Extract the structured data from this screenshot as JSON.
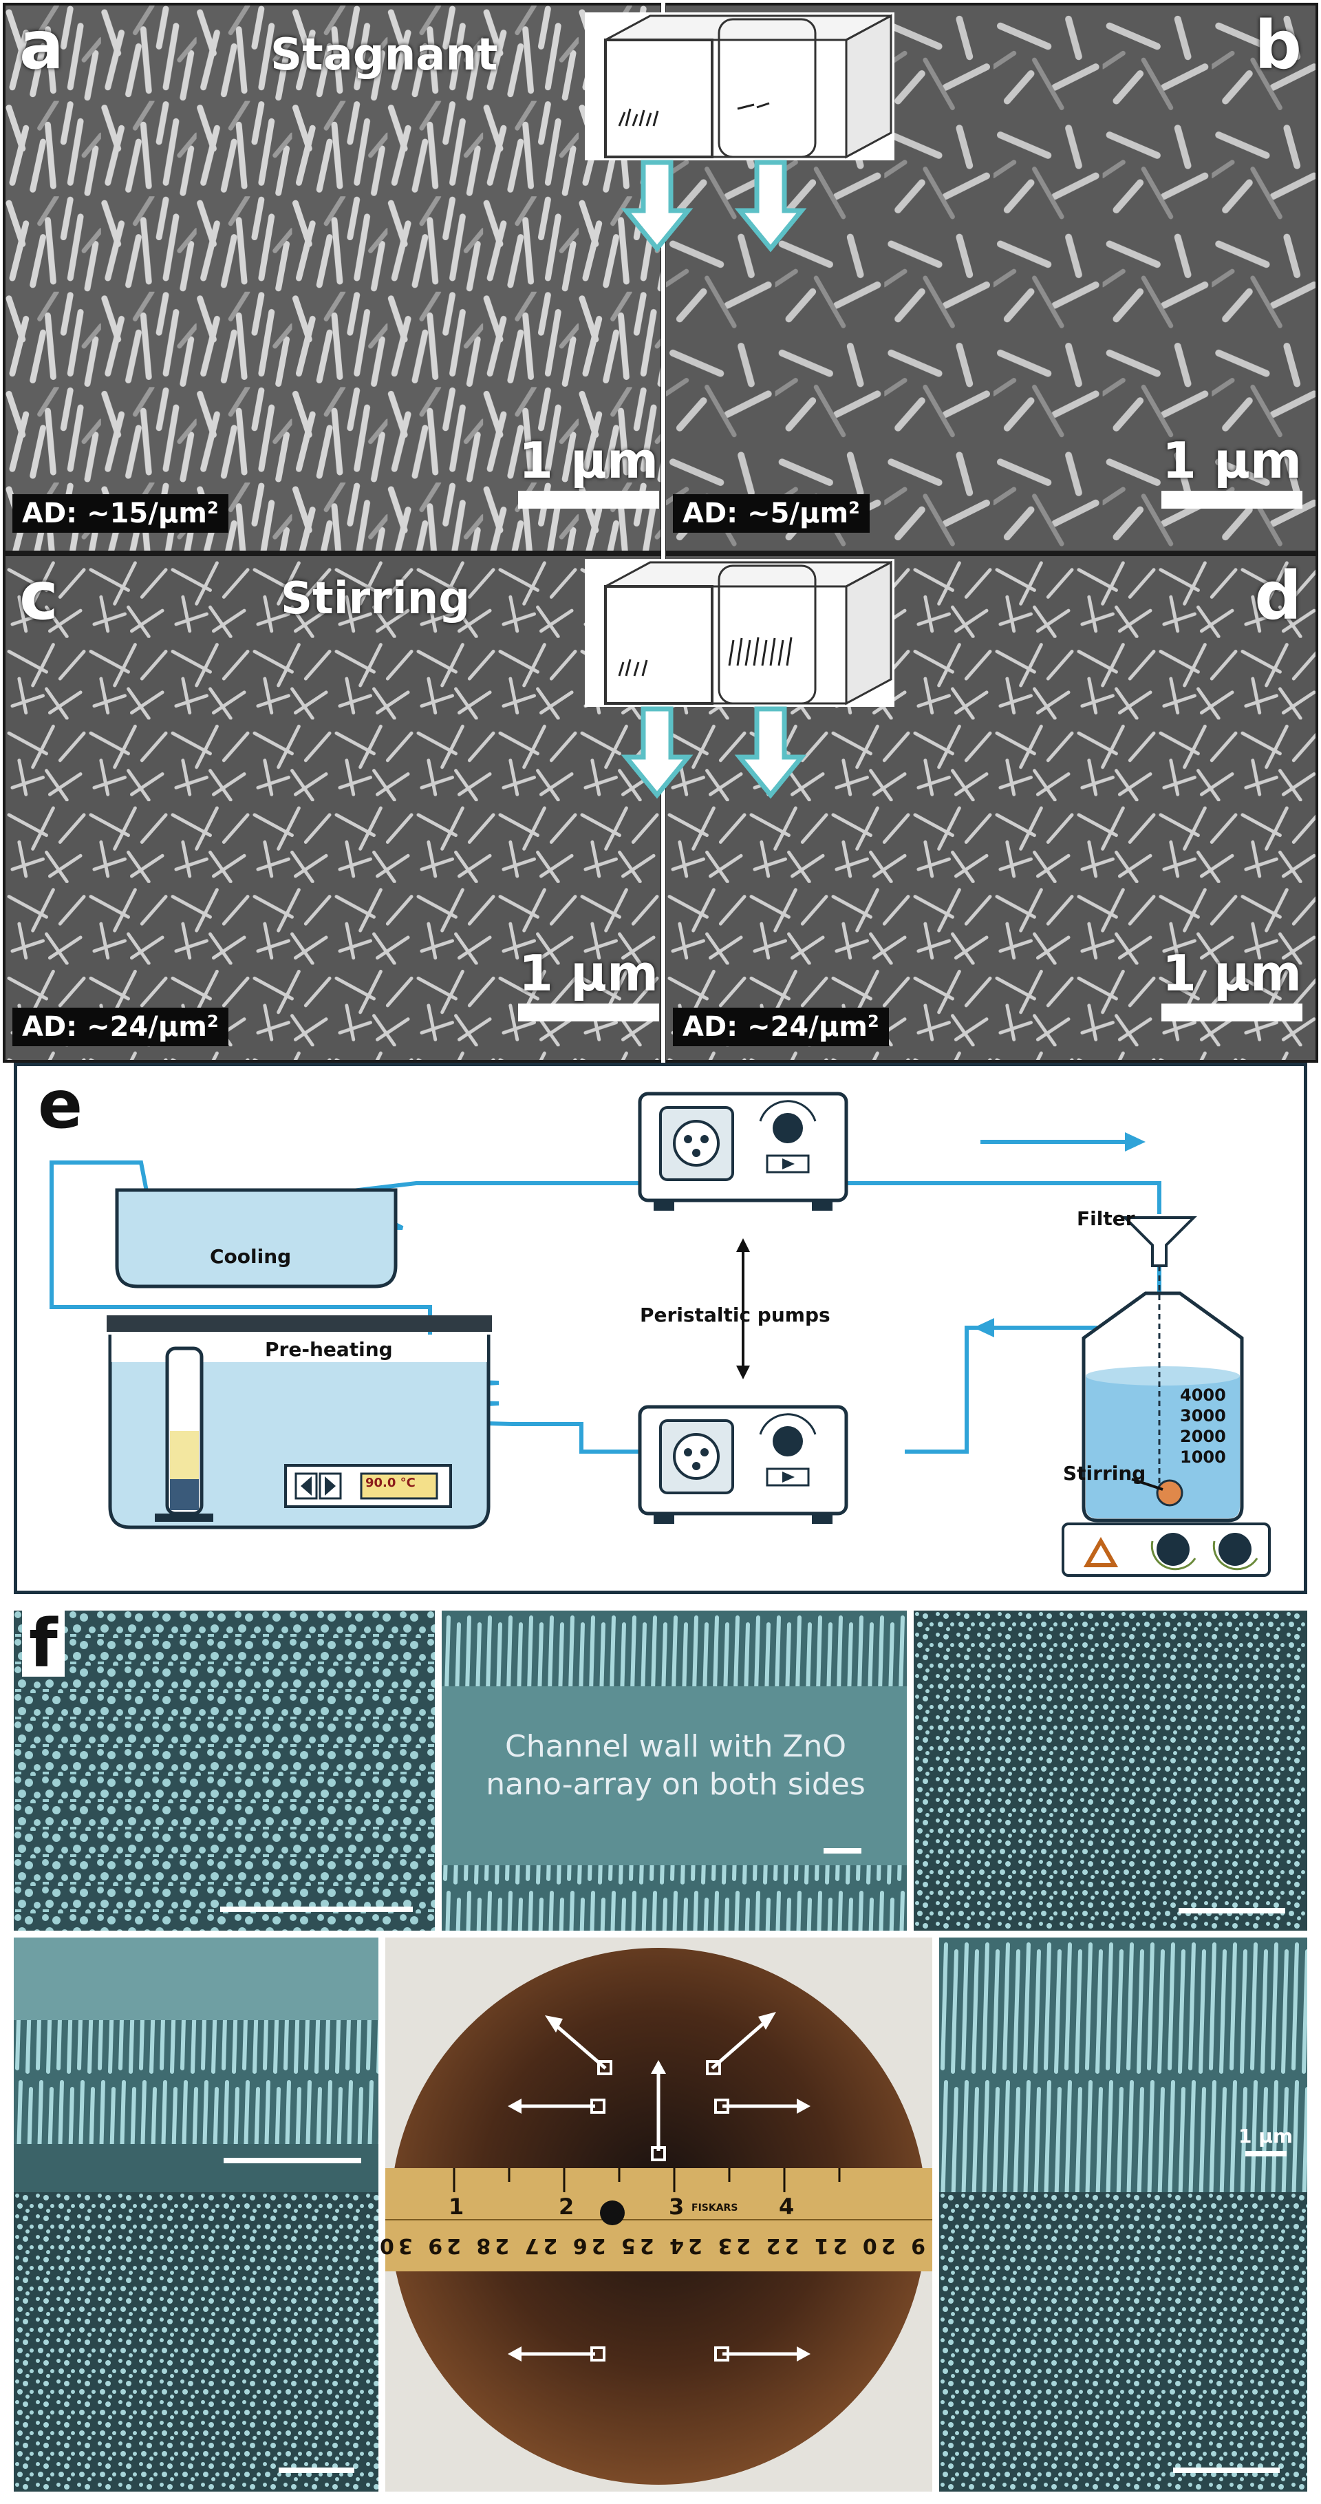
{
  "panel_a": {
    "letter": "a",
    "condition": "Stagnant",
    "areal_density": "AD: ~15/µm",
    "density_sup": "2",
    "scale": "1 µm"
  },
  "panel_b": {
    "letter": "b",
    "areal_density": "AD: ~5/µm",
    "density_sup": "2",
    "scale": "1 µm"
  },
  "panel_c": {
    "letter": "c",
    "condition": "Stirring",
    "areal_density": "AD: ~24/µm",
    "density_sup": "2",
    "scale": "1 µm"
  },
  "panel_d": {
    "letter": "d",
    "areal_density": "AD: ~24/µm",
    "density_sup": "2",
    "scale": "1 µm"
  },
  "panel_e": {
    "letter": "e",
    "cooling": "Cooling",
    "preheating": "Pre-heating",
    "pumps": "Peristaltic pumps",
    "filter": "Filter",
    "stirring": "Stirring",
    "temp_display": "90.0 °C",
    "beaker_marks": [
      "4000",
      "3000",
      "2000",
      "1000"
    ]
  },
  "panel_f": {
    "letter": "f",
    "wall_label_line1": "Channel wall with ZnO",
    "wall_label_line2": "nano-array on both sides",
    "scale": "1 µm",
    "ruler_inch_marks": [
      "1",
      "2",
      "3",
      "4"
    ],
    "ruler_brand": "FISKARS",
    "ruler_cm_marks": "9 20 21 22 23 24 25 26 27 28 29 30"
  },
  "colors": {
    "flow_line": "#2fa3d8",
    "sem_gray": "#6e6e6e",
    "teal_sem": "#6fa9ae",
    "panel_border": "#1b3140",
    "arrow_teal": "#5cc0c6"
  }
}
